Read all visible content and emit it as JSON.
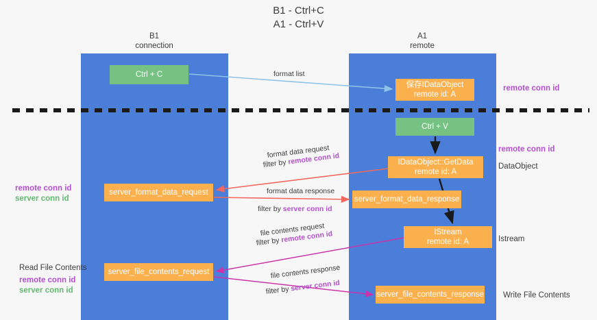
{
  "title": {
    "line1": "B1 - Ctrl+C",
    "line2": "A1 - Ctrl+V"
  },
  "columns": {
    "left": {
      "name": "B1",
      "role": "connection"
    },
    "right": {
      "name": "A1",
      "role": "remote"
    }
  },
  "boxes": {
    "ctrl_c": {
      "label": "Ctrl + C",
      "color": "#76c283"
    },
    "save_idataobject": {
      "line1": "保存IDataObject",
      "line2": "remote id: A",
      "color": "#fbb04e"
    },
    "ctrl_v": {
      "label": "Ctrl + V",
      "color": "#76c283"
    },
    "getdata": {
      "line1": "IDataObject::GetData",
      "line2": "remote id: A",
      "color": "#fbb04e"
    },
    "server_format_data_request": {
      "label": "server_format_data_request",
      "color": "#fbb04e"
    },
    "server_format_data_response": {
      "label": "server_format_data_response",
      "color": "#fbb04e"
    },
    "istream": {
      "line1": "IStream",
      "line2": "remote id: A",
      "color": "#fbb04e"
    },
    "server_file_contents_request": {
      "label": "server_file_contents_request",
      "color": "#fbb04e"
    },
    "server_file_contents_response": {
      "label": "server_file_contents_response",
      "color": "#fbb04e"
    }
  },
  "side_labels": {
    "right_remote_conn_id_top": "remote conn id",
    "right_remote_conn_id_mid": "remote conn id",
    "right_dataobject": "DataObject",
    "right_istream": "Istream",
    "right_write_file_contents": "Write File Contents",
    "left_remote_conn_id_1": "remote conn id",
    "left_server_conn_id_1": "server conn id",
    "left_read_file_contents": "Read File Contents",
    "left_remote_conn_id_2": "remote conn id",
    "left_server_conn_id_2": "server conn id"
  },
  "arrow_labels": {
    "format_list": "format list",
    "format_data_request": "format data request",
    "format_data_request_filter_prefix": "filter by ",
    "format_data_request_filter_key": "remote conn id",
    "format_data_response": "format data response",
    "format_data_response_filter_prefix": "filter by ",
    "format_data_response_filter_key": "server conn id",
    "file_contents_request": "file contents request",
    "file_contents_request_filter_prefix": "filter by ",
    "file_contents_request_filter_key": "remote conn id",
    "file_contents_response": "file contents response",
    "file_contents_response_filter_prefix": "filter by ",
    "file_contents_response_filter_key": "server conn id"
  },
  "colors": {
    "column_blue": "#4a7ed8",
    "box_green": "#76c283",
    "box_orange": "#fbb04e",
    "accent_purple": "#b44fd0",
    "accent_green": "#5fb96e",
    "arrow_lightblue": "#8fc3ea",
    "arrow_red": "#f2685e",
    "arrow_magenta": "#cc33aa",
    "arrow_black": "#1a1a1a",
    "background": "#f7f7f7"
  }
}
